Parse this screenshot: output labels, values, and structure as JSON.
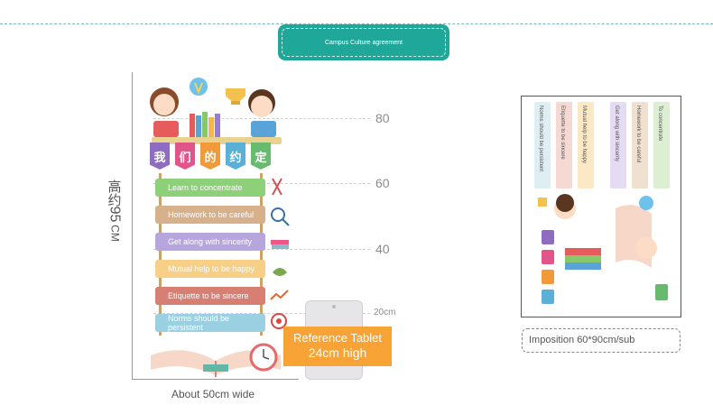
{
  "title_pill": "Campus Culture agreement",
  "height_marks": [
    "80",
    "60",
    "40",
    "20cm"
  ],
  "height_label": {
    "chars": [
      "高",
      "约"
    ],
    "number": "95",
    "unit": "CM"
  },
  "width_label": "About 50cm wide",
  "banner_chars": [
    "我",
    "们",
    "的",
    "约",
    "定"
  ],
  "banner_colors": [
    "#8e6cc1",
    "#e0568a",
    "#f09a3a",
    "#5ab0d6",
    "#68bb6e"
  ],
  "rungs": [
    {
      "label": "Learn to concentrate",
      "color": "#8ecf7a"
    },
    {
      "label": "Homework to be careful",
      "color": "#d7b08c"
    },
    {
      "label": "Get along with sincerity",
      "color": "#b7a6de"
    },
    {
      "label": "Mutual help to be happy",
      "color": "#f7cf86"
    },
    {
      "label": "Etiquette to be sincere",
      "color": "#d87f73"
    },
    {
      "label": "Norms should be persistent",
      "color": "#9ad0e1"
    }
  ],
  "reference": {
    "line1": "Reference Tablet",
    "line2": "24cm high"
  },
  "panel_strips": [
    {
      "label": "Norms should be persistent",
      "color": "#dfeef3"
    },
    {
      "label": "Etiquette to be sincere",
      "color": "#f5d9d2"
    },
    {
      "label": "Mutual help to be happy",
      "color": "#fbe9c5"
    },
    {
      "label": "Get along with sincerity",
      "color": "#e5dcf4"
    },
    {
      "label": "Homework to be careful",
      "color": "#f0e0cf"
    },
    {
      "label": "To concentrate",
      "color": "#dcefd3"
    }
  ],
  "imposition": "Imposition 60*90cm/sub"
}
